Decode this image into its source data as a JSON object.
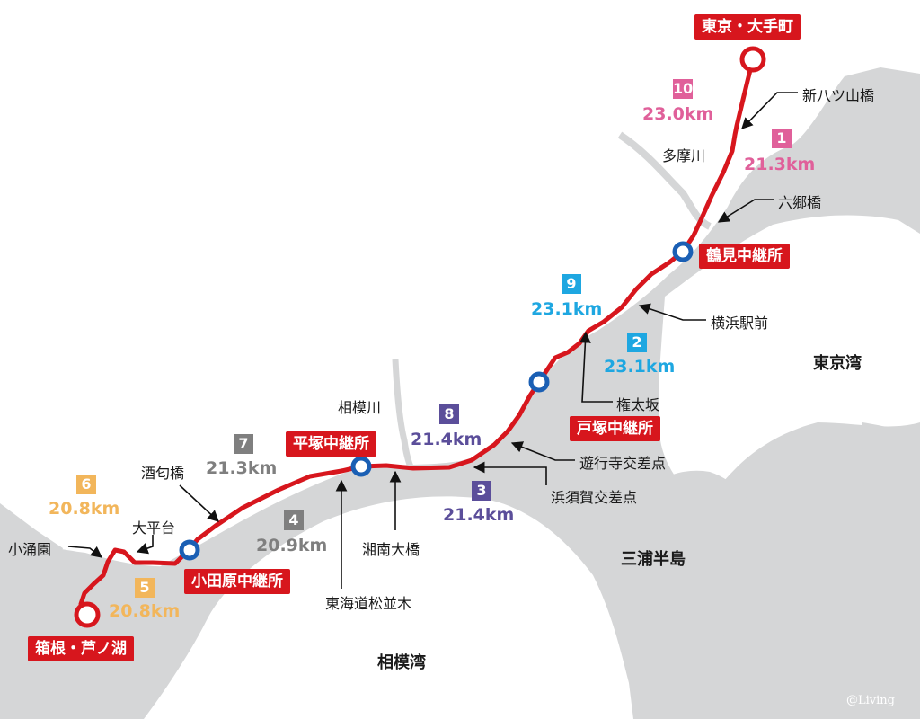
{
  "colors": {
    "route": "#d7161d",
    "relay_ring": "#1a5fb4",
    "land": "#d5d6d7",
    "sea": "#ffffff",
    "river": "#d5d6d7"
  },
  "start": {
    "label": "東京・大手町"
  },
  "goal": {
    "label": "箱根・芦ノ湖"
  },
  "relay_stations": [
    {
      "label": "鶴見中継所"
    },
    {
      "label": "戸塚中継所"
    },
    {
      "label": "平塚中継所"
    },
    {
      "label": "小田原中継所"
    }
  ],
  "sections": [
    {
      "number": "10",
      "distance": "23.0km",
      "color": "#e0609a"
    },
    {
      "number": "1",
      "distance": "21.3km",
      "color": "#e0609a"
    },
    {
      "number": "9",
      "distance": "23.1km",
      "color": "#1ea7e1"
    },
    {
      "number": "2",
      "distance": "23.1km",
      "color": "#1ea7e1"
    },
    {
      "number": "8",
      "distance": "21.4km",
      "color": "#5b4e9a"
    },
    {
      "number": "3",
      "distance": "21.4km",
      "color": "#5b4e9a"
    },
    {
      "number": "7",
      "distance": "21.3km",
      "color": "#7f7f7f"
    },
    {
      "number": "4",
      "distance": "20.9km",
      "color": "#7f7f7f"
    },
    {
      "number": "6",
      "distance": "20.8km",
      "color": "#f2b65b"
    },
    {
      "number": "5",
      "distance": "20.8km",
      "color": "#f2b65b"
    }
  ],
  "landmarks": {
    "shin_yatsuyama": "新八ツ山橋",
    "tamagawa": "多摩川",
    "rokugo": "六郷橋",
    "yokohama": "横浜駅前",
    "gontazaka": "権太坂",
    "yugyoji": "遊行寺交差点",
    "hamasuka": "浜須賀交差点",
    "sagamigawa": "相模川",
    "shonan": "湘南大橋",
    "tokaido": "東海道松並木",
    "sakawa": "酒匂橋",
    "ohiradai": "大平台",
    "kowakien": "小涌園"
  },
  "regions": {
    "tokyo_bay": "東京湾",
    "miura": "三浦半島",
    "sagami_bay": "相模湾"
  },
  "credit": "@Living"
}
